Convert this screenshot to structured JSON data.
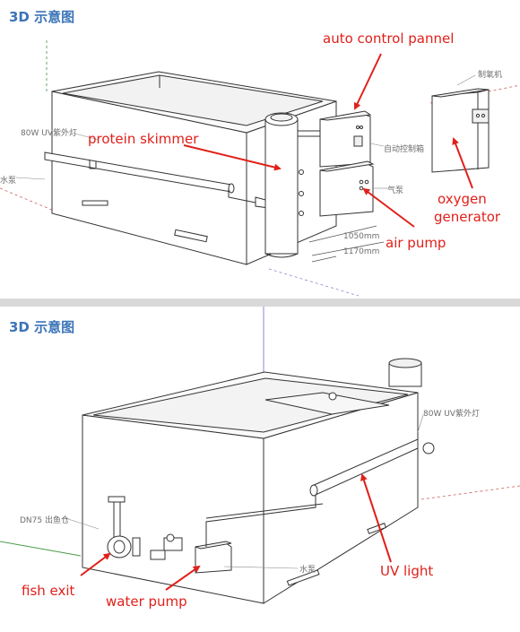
{
  "panels": [
    {
      "title": "3D 示意图",
      "labels": {
        "auto_control": "auto control pannel",
        "protein_skimmer": "protein skimmer",
        "oxygen_line1": "oxygen",
        "oxygen_line2": "generator",
        "air_pump": "air pump"
      },
      "cn_labels": {
        "uv_lamp": "80W UV紫外灯",
        "water_pump": "水泵",
        "auto_box": "自动控制箱",
        "air_pump": "气泵",
        "oxygen": "制氧机"
      },
      "dimensions": {
        "width": "1050mm",
        "length": "1170mm"
      }
    },
    {
      "title": "3D 示意图",
      "labels": {
        "uv_light": "UV light",
        "fish_exit": "fish exit",
        "water_pump": "water pump"
      },
      "cn_labels": {
        "uv_lamp": "80W UV紫外灯",
        "fish_exit": "DN75 出鱼仓",
        "water_pump": "水泵"
      }
    }
  ],
  "colors": {
    "title": "#3b74b8",
    "callout": "#e0201a",
    "line": "#333333",
    "annotation": "#6e6e6e"
  }
}
